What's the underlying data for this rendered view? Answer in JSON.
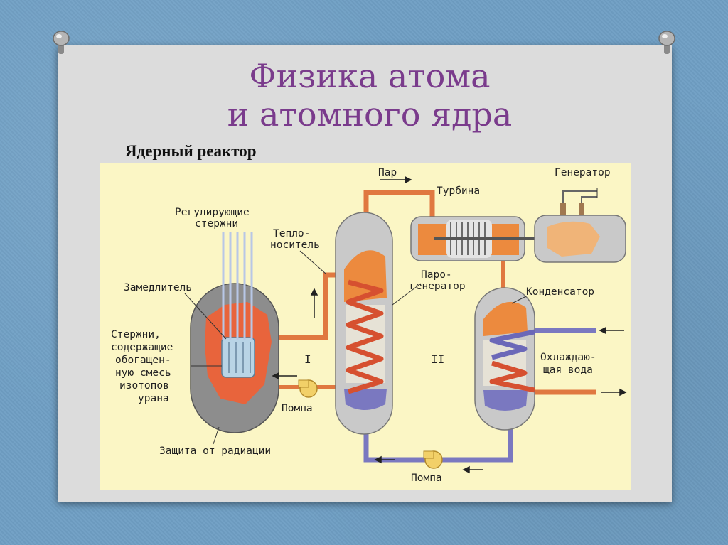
{
  "slide": {
    "title_line1": "Физика атома",
    "title_line2": "и атомного ядра",
    "subtitle": "Ядерный реактор"
  },
  "diagram": {
    "labels": {
      "steam": "Пар",
      "turbine": "Турбина",
      "generator": "Генератор",
      "control_rods_1": "Регулирующие",
      "control_rods_2": "стержни",
      "coolant_1": "Тепло-",
      "coolant_2": "носитель",
      "moderator": "Замедлитель",
      "steam_gen_1": "Паро-",
      "steam_gen_2": "генератор",
      "condenser": "Конденсатор",
      "fuel_1": "Стержни,",
      "fuel_2": "содержащие",
      "fuel_3": "обогащен-",
      "fuel_4": "ную смесь",
      "fuel_5": "изотопов",
      "fuel_6": "урана",
      "circuit_1": "I",
      "circuit_2": "II",
      "cooling_water_1": "Охлаждаю-",
      "cooling_water_2": "щая вода",
      "pump_1": "Помпа",
      "pump_2": "Помпа",
      "shielding": "Защита от радиации"
    },
    "colors": {
      "background": "#fbf6c5",
      "vessel": "#c9c9c9",
      "hot_pipe": "#e07840",
      "cold_pipe": "#7a78c0",
      "core": "#e8643c",
      "pump": "#f2d068"
    }
  }
}
